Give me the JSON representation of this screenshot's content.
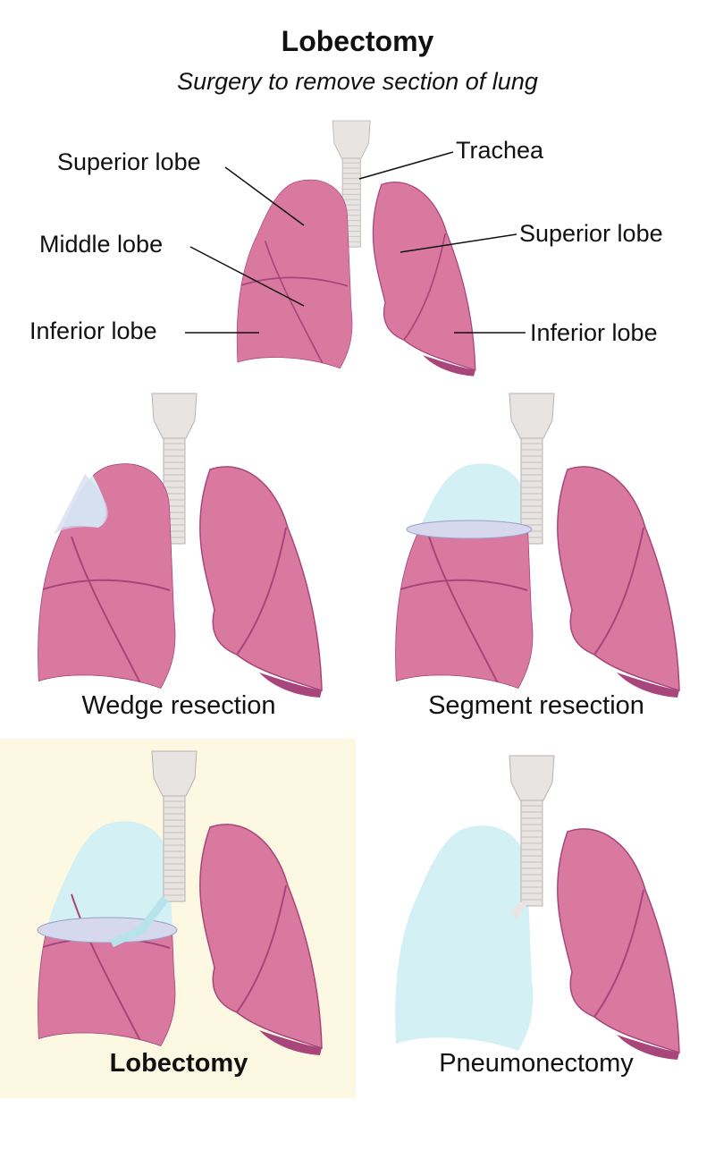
{
  "header": {
    "title": "Lobectomy",
    "subtitle": "Surgery to remove section of lung"
  },
  "anatomy_labels": {
    "right_superior": "Superior lobe",
    "right_middle": "Middle lobe",
    "right_inferior": "Inferior lobe",
    "trachea": "Trachea",
    "left_superior": "Superior lobe",
    "left_inferior": "Inferior lobe"
  },
  "procedures": [
    {
      "label": "Wedge resection",
      "variant": "wedge"
    },
    {
      "label": "Segment resection",
      "variant": "segment"
    },
    {
      "label": "Lobectomy",
      "variant": "lobectomy",
      "highlighted": true
    },
    {
      "label": "Pneumonectomy",
      "variant": "pneumonectomy"
    }
  ],
  "colors": {
    "lung": "#d9799f",
    "lung_dark": "#a8457a",
    "removed": "#d3f0f4",
    "cut": "#d6d8ee",
    "trachea": "#e8e4e2",
    "highlight": "#fdf8e2"
  }
}
